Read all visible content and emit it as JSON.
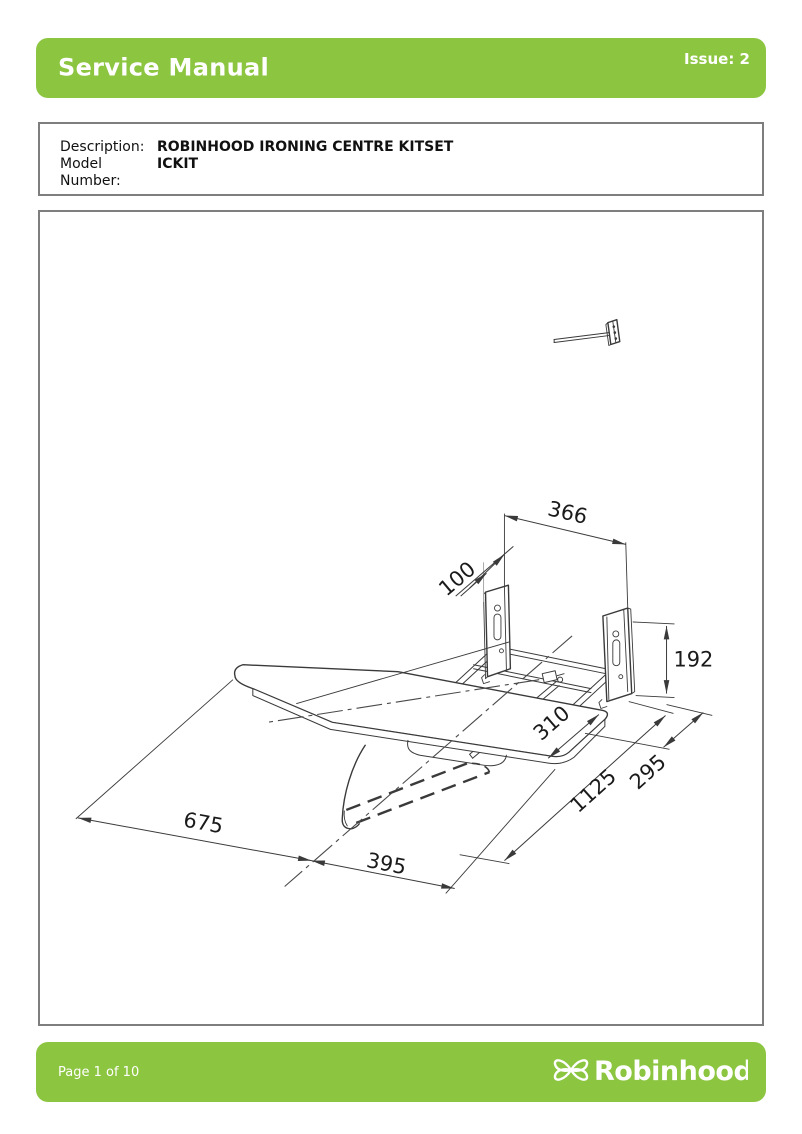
{
  "theme": {
    "green": "#8CC540",
    "border_gray": "#7E7E7E",
    "line_color": "#3A3A3A"
  },
  "header": {
    "title": "Service Manual",
    "issue": "Issue: 2"
  },
  "info_box": {
    "rows": [
      {
        "label": "Description:",
        "value": "ROBINHOOD IRONING CENTRE KITSET"
      },
      {
        "label": "Model Number:",
        "value": "ICKIT"
      }
    ]
  },
  "drawing": {
    "dims": {
      "d366": "366",
      "d100": "100",
      "d192": "192",
      "d310": "310",
      "d295": "295",
      "d1125": "1125",
      "d675": "675",
      "d395": "395"
    }
  },
  "footer": {
    "page_label": "Page 1 of 10",
    "brand": "Robinhood"
  }
}
